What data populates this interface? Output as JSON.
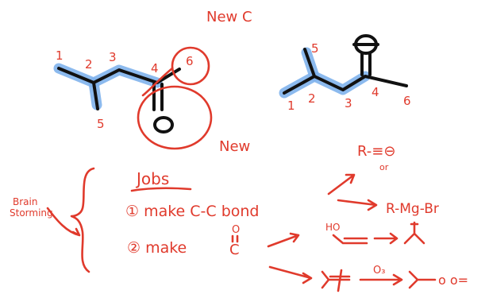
{
  "colors": {
    "ink": "#111111",
    "red": "#e03a2c",
    "highlight": "#7fb2ec",
    "background": "#ffffff"
  },
  "labels": {
    "new_c": "New C",
    "new": "New",
    "brain_storming_1": "Brain",
    "brain_storming_2": "Storming",
    "jobs": "Jobs",
    "job1": "① make C-C bond",
    "job2": "② make",
    "job2_c": "C",
    "job2_o": "O",
    "reagent1": "R-≡⊖",
    "reagent_or": "or",
    "reagent2": "R-Mg-Br",
    "ho": "HO",
    "o3": "O₃",
    "ozonolysis_product": "o o="
  },
  "numbers_left": [
    "1",
    "2",
    "3",
    "4",
    "5",
    "6"
  ],
  "numbers_right": [
    "1",
    "2",
    "3",
    "4",
    "5",
    "6"
  ],
  "icons": [
    "skeletal-structure-left",
    "skeletal-structure-right",
    "circle-annotation",
    "arrow-right",
    "bracket"
  ]
}
